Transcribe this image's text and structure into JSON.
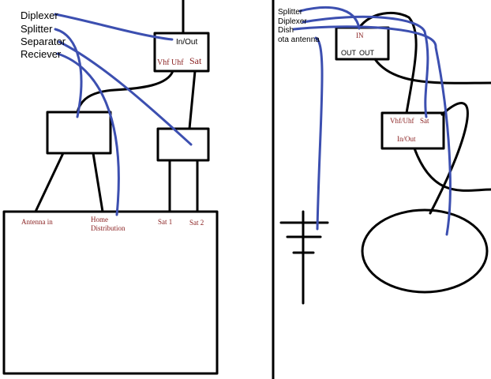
{
  "left_legend": [
    "Diplexer",
    "Splitter",
    "Separator",
    "Reciever"
  ],
  "left_labels": {
    "diplexer_in_out": "In/Out",
    "diplexer_vhf_uhf": "Vhf Uhf",
    "diplexer_sat": "Sat",
    "antenna_in": "Antenna in",
    "home": "Home",
    "distribution": "Distribution",
    "sat1": "Sat 1",
    "sat2": "Sat 2"
  },
  "right_legend": [
    "Splitter",
    "Diplexer",
    "Dish",
    "ota antenna"
  ],
  "right_labels": {
    "splitter_in": "IN",
    "splitter_out1": "OUT",
    "splitter_out2": "OUT",
    "diplexer_vhf_uhf": "Vhf/Uhf",
    "diplexer_sat": "Sat",
    "diplexer_in_out": "In/Out"
  },
  "colors": {
    "ink": "#000000",
    "annotation": "#3c4fb0",
    "port_label": "#8b2323"
  }
}
